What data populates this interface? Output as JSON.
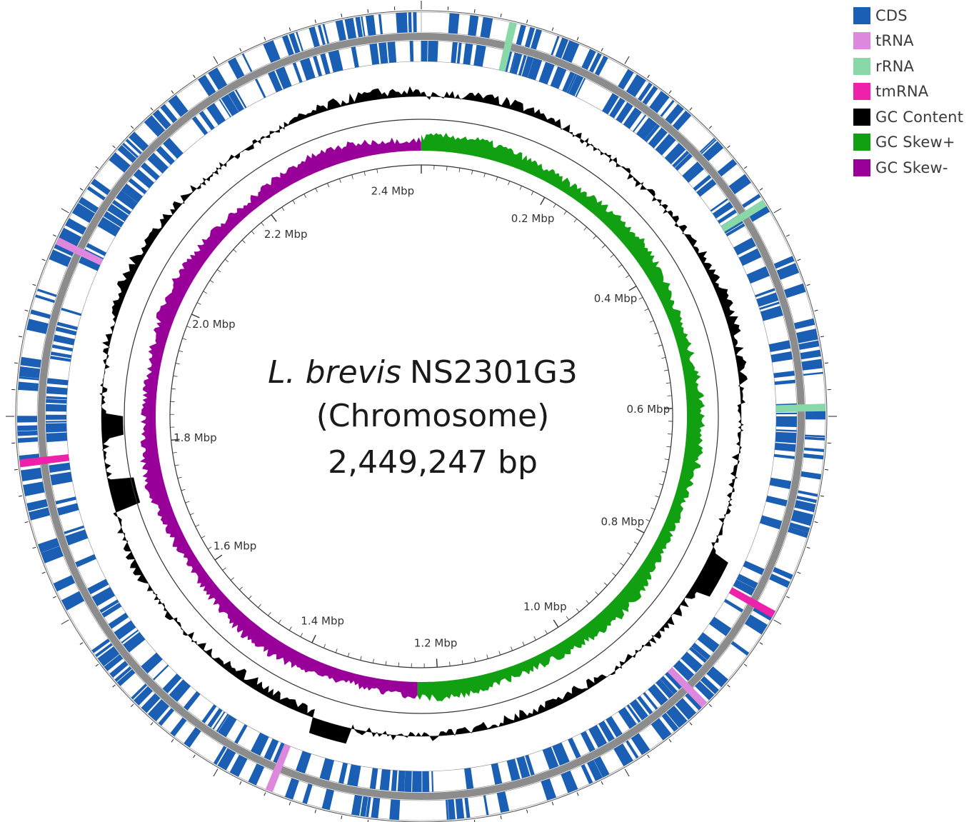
{
  "map": {
    "title_italic": "L. brevis",
    "title_strain": "NS2301G3",
    "subtitle": "(Chromosome)",
    "length_label": "2,449,247 bp",
    "genome_length_bp": 2449247,
    "tick_labels": [
      {
        "pos_mbp": 0.2,
        "text": "0.2 Mbp"
      },
      {
        "pos_mbp": 0.4,
        "text": "0.4 Mbp"
      },
      {
        "pos_mbp": 0.6,
        "text": "0.6 Mbp"
      },
      {
        "pos_mbp": 0.8,
        "text": "0.8 Mbp"
      },
      {
        "pos_mbp": 1.0,
        "text": "1.0 Mbp"
      },
      {
        "pos_mbp": 1.2,
        "text": "1.2 Mbp"
      },
      {
        "pos_mbp": 1.4,
        "text": "1.4 Mbp"
      },
      {
        "pos_mbp": 1.6,
        "text": "1.6 Mbp"
      },
      {
        "pos_mbp": 1.8,
        "text": "1.8 Mbp"
      },
      {
        "pos_mbp": 2.0,
        "text": "2.0 Mbp"
      },
      {
        "pos_mbp": 2.2,
        "text": "2.2 Mbp"
      },
      {
        "pos_mbp": 2.4,
        "text": "2.4 Mbp"
      }
    ]
  },
  "legend": [
    {
      "label": "CDS",
      "color": "#1a5fb4"
    },
    {
      "label": "tRNA",
      "color": "#dd88dd"
    },
    {
      "label": "rRNA",
      "color": "#88d8a8"
    },
    {
      "label": "tmRNA",
      "color": "#ee22aa"
    },
    {
      "label": "GC Content",
      "color": "#000000"
    },
    {
      "label": "GC Skew+",
      "color": "#11a011"
    },
    {
      "label": "GC Skew-",
      "color": "#990099"
    }
  ],
  "colors": {
    "cds": "#1a5fb4",
    "backbone": "#8c8c8c",
    "gc_content": "#000000",
    "gc_skew_plus": "#11a011",
    "gc_skew_minus": "#990099",
    "trna": "#dd88dd",
    "rrna": "#88d8a8",
    "tmrna": "#ee22aa"
  },
  "gc_skew_switch_mbp": 1.23
}
